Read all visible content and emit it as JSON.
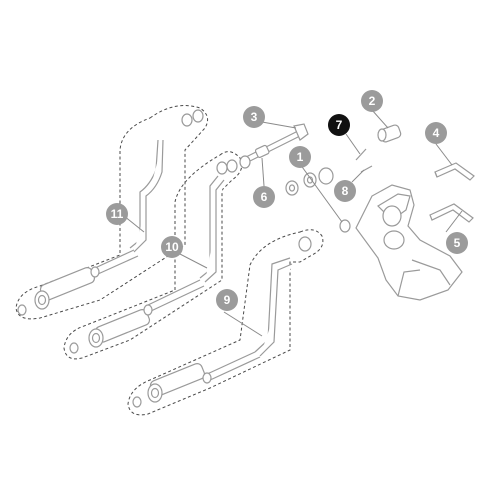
{
  "diagram": {
    "callouts": [
      {
        "label": "1",
        "highlighted": false
      },
      {
        "label": "2",
        "highlighted": false
      },
      {
        "label": "3",
        "highlighted": false
      },
      {
        "label": "4",
        "highlighted": false
      },
      {
        "label": "5",
        "highlighted": false
      },
      {
        "label": "6",
        "highlighted": false
      },
      {
        "label": "7",
        "highlighted": true
      },
      {
        "label": "8",
        "highlighted": false
      },
      {
        "label": "9",
        "highlighted": false
      },
      {
        "label": "10",
        "highlighted": false
      },
      {
        "label": "11",
        "highlighted": false
      }
    ],
    "colors": {
      "callout": "#9b9b9b",
      "callout_highlight": "#111111",
      "part_outline": "#9a9a9a",
      "group_outline": "#4a4a4a"
    }
  }
}
